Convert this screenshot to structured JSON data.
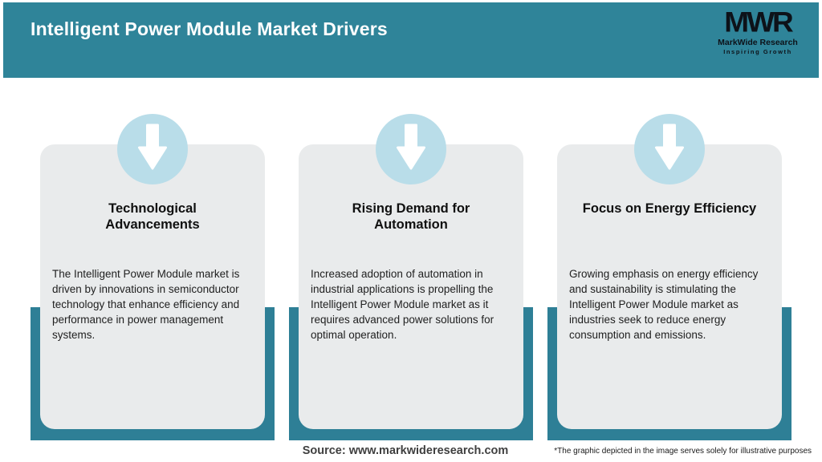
{
  "header": {
    "title": "Intelligent Power Module Market Drivers",
    "logo": {
      "monogram": "MWR",
      "name": "MarkWide Research",
      "tagline": "Inspiring Growth"
    }
  },
  "cards": [
    {
      "icon": "down-arrow-icon",
      "title": "Technological Advancements",
      "body": "The Intelligent Power Module market is driven by innovations in semiconductor technology that enhance efficiency and performance in power management systems."
    },
    {
      "icon": "down-arrow-icon",
      "title": "Rising Demand for Automation",
      "body": "Increased adoption of automation in industrial applications is propelling the Intelligent Power Module market as it requires advanced power solutions for optimal operation."
    },
    {
      "icon": "down-arrow-icon",
      "title": "Focus on Energy Efficiency",
      "body": "Growing emphasis on energy efficiency and sustainability is stimulating the Intelligent Power Module market as industries seek to reduce energy consumption and emissions."
    }
  ],
  "footer": {
    "source": "Source: www.markwideresearch.com",
    "disclaimer": "*The graphic depicted in the image serves solely for illustrative purposes"
  },
  "colors": {
    "header_teal": "#2f8499",
    "ribbon_teal": "#2e7f96",
    "card_bg": "#e9ebec",
    "circle_blue": "#b9dde9",
    "title_text": "#ffffff",
    "heading_text": "#101010",
    "body_text": "#1f1f1f"
  }
}
